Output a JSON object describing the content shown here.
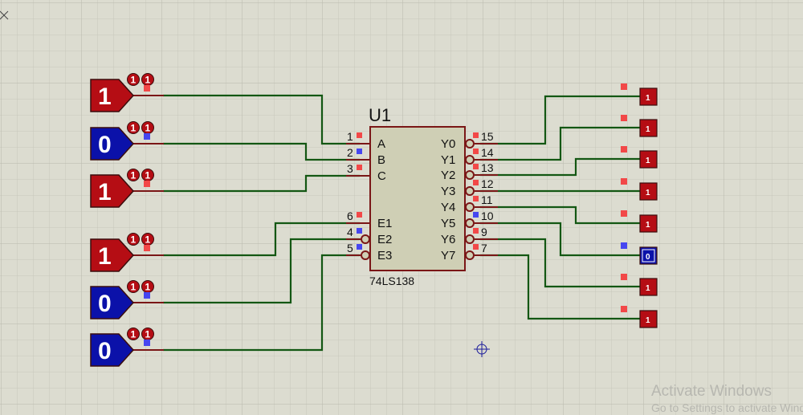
{
  "chip": {
    "refdes": "U1",
    "part": "74LS138",
    "inputs": [
      {
        "name": "A",
        "pin": "1",
        "state": 1
      },
      {
        "name": "B",
        "pin": "2",
        "state": 0
      },
      {
        "name": "C",
        "pin": "3",
        "state": 1
      },
      {
        "name": "E1",
        "pin": "6",
        "state": 1
      },
      {
        "name": "E2",
        "pin": "4",
        "state": 0
      },
      {
        "name": "E3",
        "pin": "5",
        "state": 0
      }
    ],
    "outputs": [
      {
        "name": "Y0",
        "pin": "15",
        "state": 1
      },
      {
        "name": "Y1",
        "pin": "14",
        "state": 1
      },
      {
        "name": "Y2",
        "pin": "13",
        "state": 1
      },
      {
        "name": "Y3",
        "pin": "12",
        "state": 1
      },
      {
        "name": "Y4",
        "pin": "11",
        "state": 1
      },
      {
        "name": "Y5",
        "pin": "10",
        "state": 0
      },
      {
        "name": "Y6",
        "pin": "9",
        "state": 1
      },
      {
        "name": "Y7",
        "pin": "7",
        "state": 1
      }
    ]
  },
  "logic_states": [
    "1",
    "0",
    "1",
    "1",
    "0",
    "0"
  ],
  "logic_probes": [
    "1",
    "1",
    "1",
    "1",
    "1",
    "0",
    "1",
    "1"
  ],
  "toggle_glyph": "1",
  "colors": {
    "high": "#b50d14",
    "low": "#0b11a9",
    "wire": "#135713",
    "pin_line": "#7a1616",
    "chip_fill": "#cfcfb5",
    "pin_high": "#f24848",
    "pin_low": "#4646f0",
    "grid_minor": "#c7c7bb",
    "grid_major": "#b9b9ad"
  },
  "watermark": {
    "line1": "Activate Windows",
    "line2": "Go to Settings to activate Windows."
  }
}
